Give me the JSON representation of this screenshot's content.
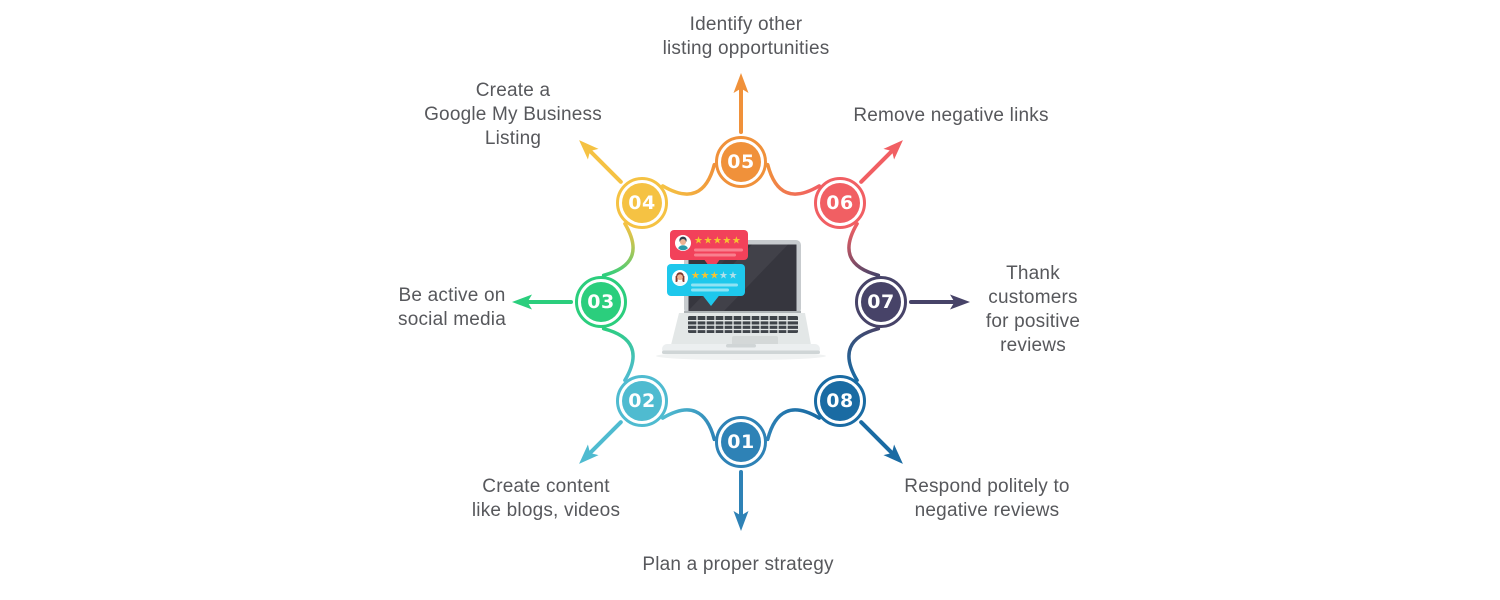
{
  "steps": [
    {
      "number": "01",
      "label": "Plan a proper strategy",
      "color": "#2E82B6"
    },
    {
      "number": "02",
      "label": "Create content\nlike blogs, videos",
      "color": "#4FBBD0"
    },
    {
      "number": "03",
      "label": "Be active on\nsocial media",
      "color": "#2BCE7D"
    },
    {
      "number": "04",
      "label": "Create a\nGoogle My Business\nListing",
      "color": "#F5C243"
    },
    {
      "number": "05",
      "label": "Identify other\nlisting opportunities",
      "color": "#F0913A"
    },
    {
      "number": "06",
      "label": "Remove negative links",
      "color": "#F15F63"
    },
    {
      "number": "07",
      "label": "Thank\ncustomers\nfor positive\nreviews",
      "color": "#474368"
    },
    {
      "number": "08",
      "label": "Respond politely to\nnegative reviews",
      "color": "#1A6BA3"
    }
  ],
  "center_illustration": {
    "icon": "laptop-with-review-bubbles-icon",
    "red_review": {
      "rating": 5,
      "stars": "★★★★★"
    },
    "cyan_review": {
      "rating": 3,
      "stars_filled": "★★★",
      "stars_empty": "★★"
    }
  },
  "colors": {
    "label_text": "#57585C",
    "red_bubble": "#F2415A",
    "cyan_bubble": "#1EC8EC",
    "star_yellow": "#F5C331",
    "background": "#FFFFFF"
  }
}
